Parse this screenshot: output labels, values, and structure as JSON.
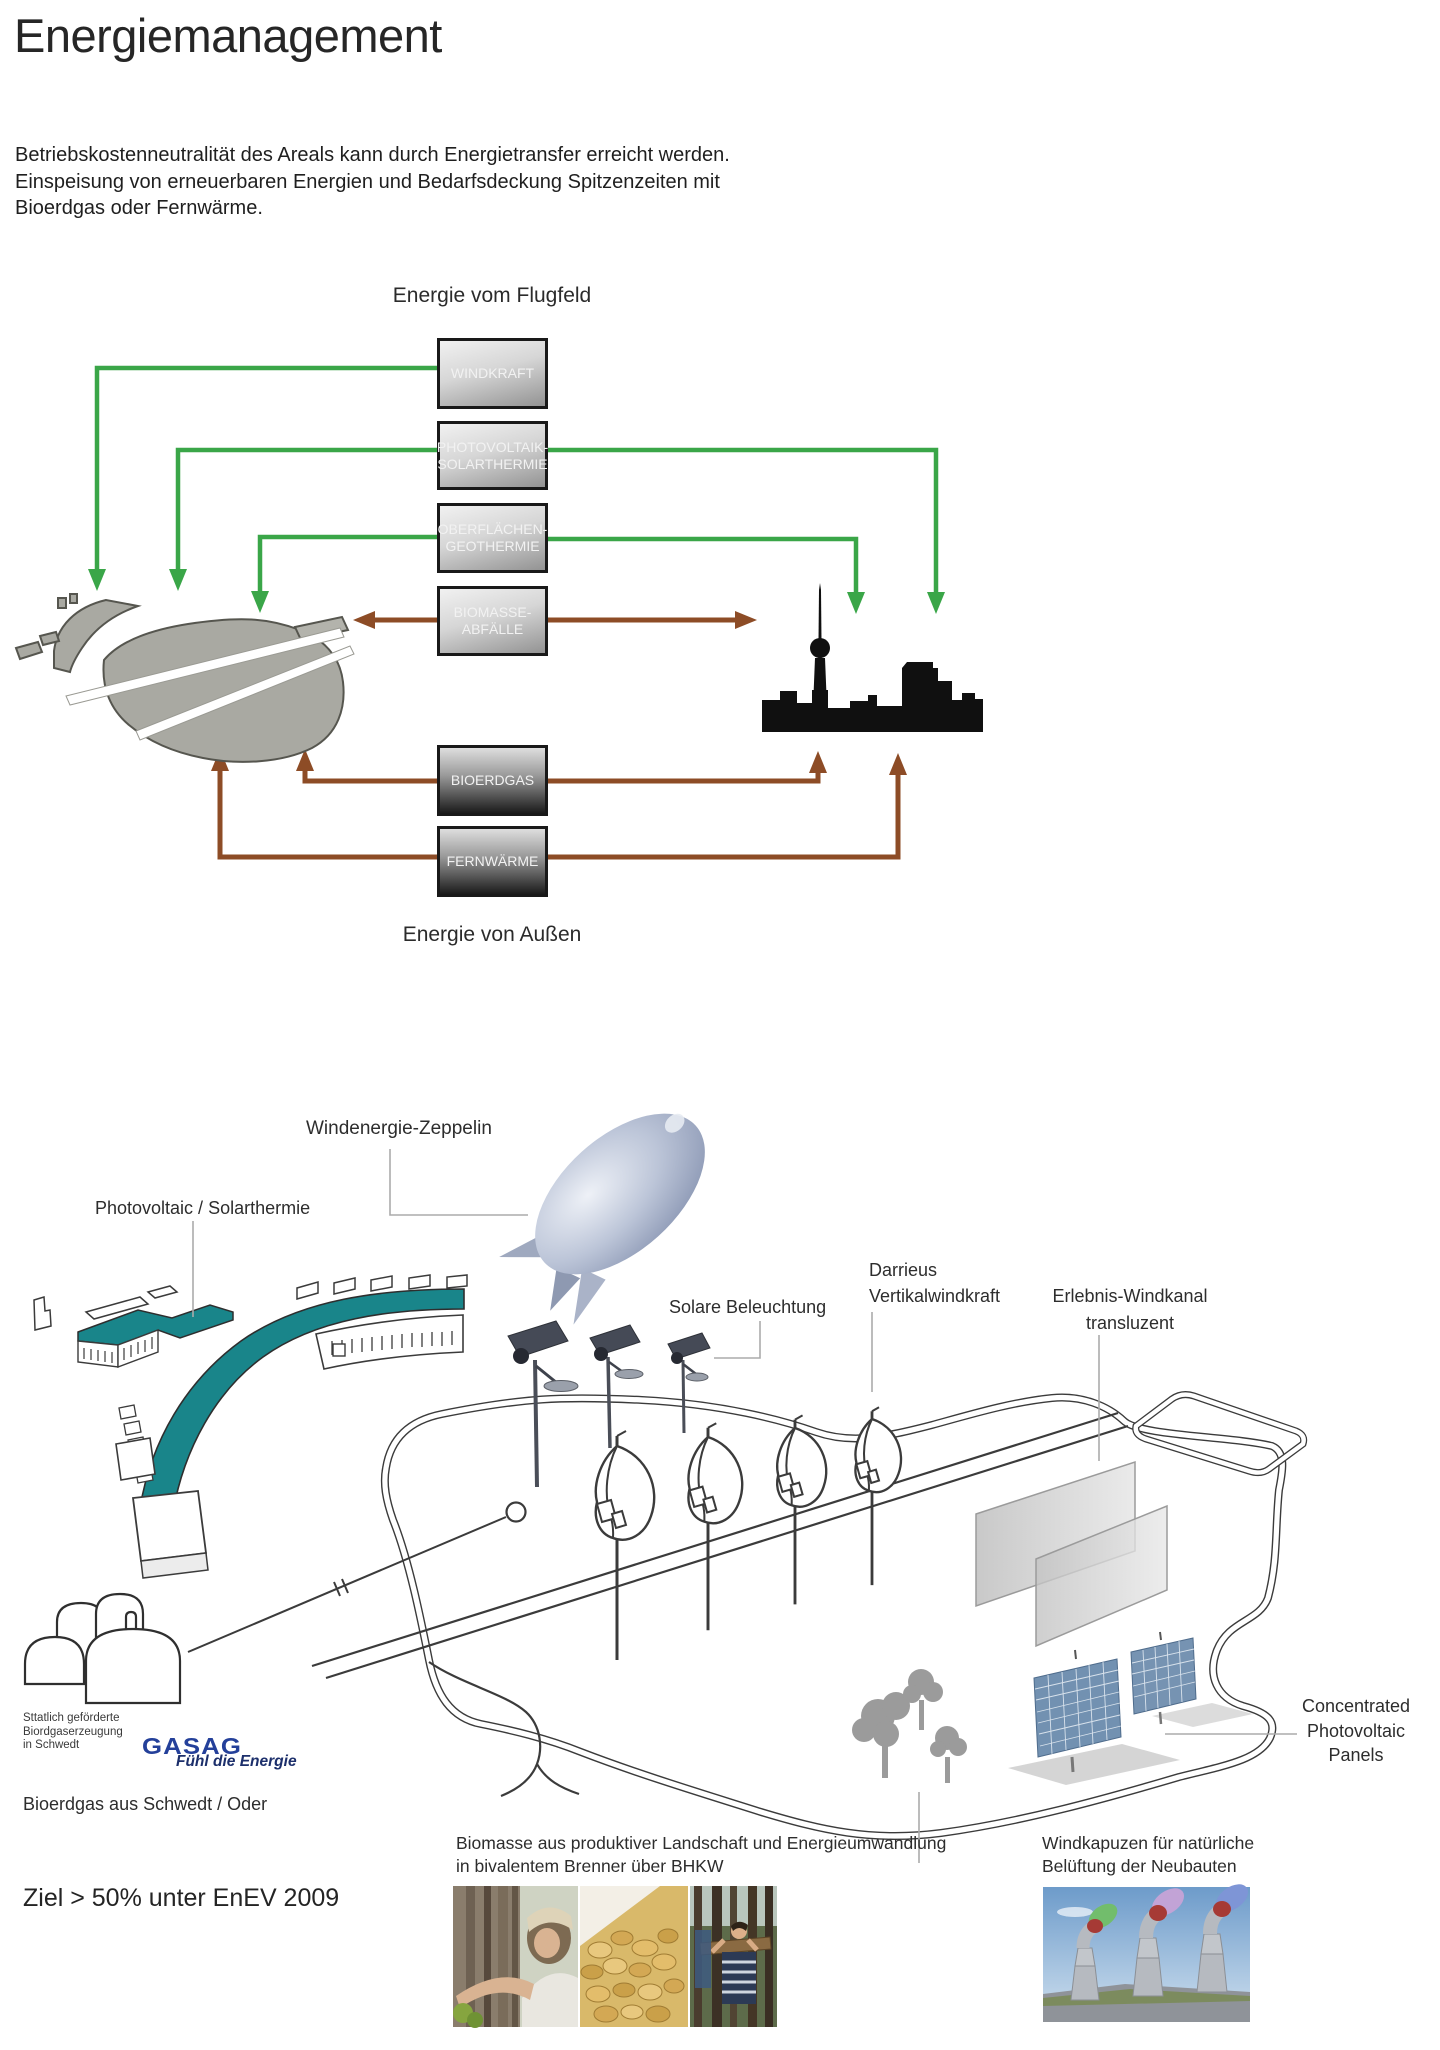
{
  "header": {
    "title": "Energiemanagement",
    "intro_lines": [
      "Betriebskostenneutralität des Areals kann durch Energietransfer erreicht werden.",
      "Einspeisung von erneuerbaren Energien und Bedarfsdeckung Spitzenzeiten mit",
      "Bioerdgas oder Fernwärme."
    ]
  },
  "flow_diagram": {
    "top_label": "Energie vom Flugfeld",
    "bottom_label": "Energie von Außen",
    "boxes": [
      {
        "lines": [
          "WINDKRAFT"
        ],
        "style": "light"
      },
      {
        "lines": [
          "PHOTOVOLTAIK-",
          "SOLARTHERMIE"
        ],
        "style": "light"
      },
      {
        "lines": [
          "OBERFLÄCHEN-",
          "GEOTHERMIE"
        ],
        "style": "light"
      },
      {
        "lines": [
          "BIOMASSE-",
          "ABFÄLLE"
        ],
        "style": "light"
      },
      {
        "lines": [
          "BIOERDGAS"
        ],
        "style": "dark"
      },
      {
        "lines": [
          "FERNWÄRME"
        ],
        "style": "dark"
      }
    ],
    "colors": {
      "renewable_arrow": "#3aa648",
      "external_arrow": "#8d4c26"
    },
    "icons": {
      "left": "airfield-silhouette",
      "right": "city-skyline-silhouette"
    }
  },
  "site_illustration": {
    "labels": {
      "zeppelin": "Windenergie-Zeppelin",
      "photovoltaic": "Photovoltaic / Solarthermie",
      "lighting": "Solare Beleuchtung",
      "darrieus_lines": [
        "Darrieus",
        "Vertikalwindkraft"
      ],
      "windkanal_lines": [
        "Erlebnis-Windkanal",
        "transluzent"
      ],
      "cpv_lines": [
        "Concentrated",
        "Photovoltaic",
        "Panels"
      ],
      "biomasse_lines": [
        "Biomasse aus produktiver Landschaft und Energieumwandlung",
        "in bivalentem Brenner über BHKW"
      ],
      "windkapuzen_lines": [
        "Windkapuzen für natürliche",
        "Belüftung der Neubauten"
      ],
      "biogas_note_lines": [
        "Sttatlich geförderte",
        "Biordgaserzeugung",
        "in Schwedt"
      ],
      "bioerdgas": "Bioerdgas aus Schwedt / Oder",
      "goal": "Ziel > 50% unter EnEV 2009"
    },
    "logo": {
      "name": "GASAG",
      "tagline": "Fühl die Energie"
    },
    "accent_teal": "#19858a"
  }
}
